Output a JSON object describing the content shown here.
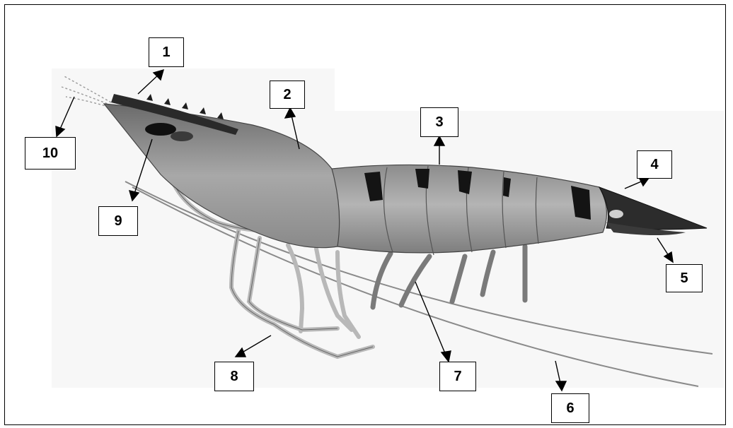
{
  "diagram": {
    "subject": "shrimp",
    "labels": [
      "1",
      "2",
      "3",
      "4",
      "5",
      "6",
      "7",
      "8",
      "9",
      "10"
    ],
    "colors": {
      "ink": "#000000",
      "body": "#9a9a9a",
      "band": "#141414",
      "background": "#ffffff"
    }
  }
}
